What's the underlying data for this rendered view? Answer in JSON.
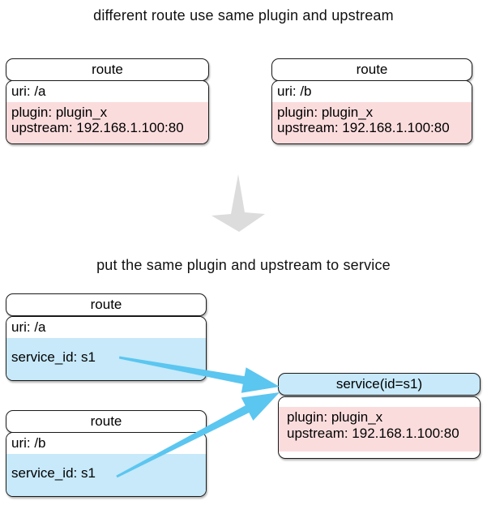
{
  "colors": {
    "pink_row": "#FBDCDD",
    "blue_row": "#C7E9F9",
    "arrow_blue": "#5BC6F0",
    "arrow_gray": "#DCDCDC",
    "border": "#1B1B1B"
  },
  "section1": {
    "title": "different route use same plugin and upstream",
    "route_a": {
      "header": "route",
      "uri": "uri: /a",
      "plugin": "plugin: plugin_x",
      "upstream": "upstream: 192.168.1.100:80"
    },
    "route_b": {
      "header": "route",
      "uri": "uri: /b",
      "plugin": "plugin: plugin_x",
      "upstream": "upstream: 192.168.1.100:80"
    }
  },
  "section2": {
    "title": "put the same plugin and upstream to service",
    "route_a": {
      "header": "route",
      "uri": "uri: /a",
      "service_id": "service_id: s1"
    },
    "route_b": {
      "header": "route",
      "uri": "uri: /b",
      "service_id": "service_id: s1"
    },
    "service": {
      "header": "service(id=s1)",
      "plugin": "plugin: plugin_x",
      "upstream": "upstream: 192.168.1.100:80"
    }
  }
}
